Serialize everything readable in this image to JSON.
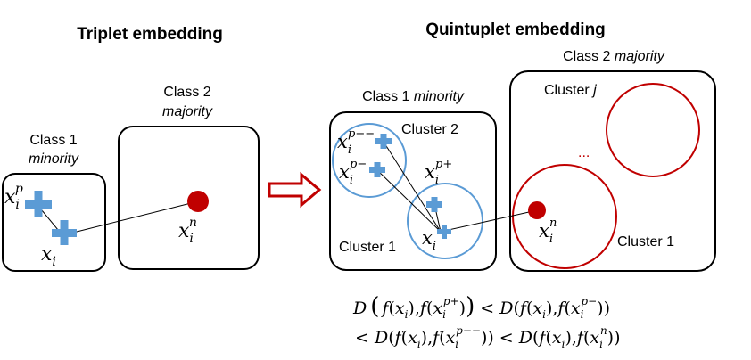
{
  "titles": {
    "triplet": "Triplet embedding",
    "quintuplet": "Quintuplet embedding"
  },
  "triplet": {
    "class1": {
      "line1": "Class 1",
      "line2": "minority"
    },
    "class2": {
      "line1": "Class 2",
      "line2": "majority"
    },
    "labels": {
      "xp_base": "x",
      "xp_sub": "i",
      "xp_sup": "p",
      "x_base": "x",
      "x_sub": "i",
      "xn_base": "x",
      "xn_sub": "i",
      "xn_sup": "n"
    }
  },
  "quintuplet": {
    "class1": {
      "prefix": "Class 1",
      "suffix": "minority"
    },
    "class2": {
      "prefix": "Class 2",
      "suffix": "majority"
    },
    "cluster_labels": {
      "c1_cluster2": "Cluster 2",
      "c1_cluster1": "Cluster 1",
      "c2_clusterj_prefix": "Cluster",
      "c2_clusterj_suffix": "j",
      "c2_cluster1": "Cluster 1",
      "ellipsis": "..."
    },
    "labels": {
      "xpmm_base": "x",
      "xpmm_sub": "i",
      "xpmm_sup": "p−−",
      "xpm_base": "x",
      "xpm_sub": "i",
      "xpm_sup": "p−",
      "xpp_base": "x",
      "xpp_sub": "i",
      "xpp_sup": "p+",
      "xi_base": "x",
      "xi_sub": "i",
      "xn_base": "x",
      "xn_sub": "i",
      "xn_sup": "n"
    }
  },
  "formula": {
    "line1": {
      "D": "D",
      "lp": "(",
      "f1": "f",
      "o1": "(",
      "x1": "x",
      "s1": "i",
      "c1": ")",
      "comma": ",",
      "f2": "f",
      "o2": "(",
      "x2": "x",
      "s2": "i",
      "sup2": "p+",
      "c2": ")",
      "rp": ")",
      "lt": " < ",
      "D2": "D",
      "tail_open": "(",
      "f3": "f",
      "o3": "(",
      "x3": "x",
      "s3": "i",
      "c3": "),",
      "f4": "f",
      "o4": "(",
      "x4": "x",
      "s4": "i",
      "sup4": "p−",
      "c4": "))"
    },
    "line2": {
      "lt1": "< ",
      "D": "D",
      "o": "(",
      "f1": "f",
      "o1": "(",
      "x1": "x",
      "s1": "i",
      "c1": "),",
      "f2": "f",
      "o2": "(",
      "x2": "x",
      "s2": "i",
      "sup2": "p−−",
      "c2": "))",
      "lt2": " < ",
      "D2": "D",
      "o3": "(",
      "f3": "f",
      "o4": "(",
      "x3": "x",
      "s3": "i",
      "c3": "),",
      "f4": "f",
      "o5": "(",
      "x4": "x",
      "s4": "i",
      "sup4": "n",
      "c4": "))"
    }
  },
  "colors": {
    "blue_point": "#5b9bd5",
    "red_point": "#c00000",
    "cluster_blue": "#5b9bd5",
    "cluster_red": "#c00000",
    "arrow": "#c00000",
    "text": "#000000"
  }
}
